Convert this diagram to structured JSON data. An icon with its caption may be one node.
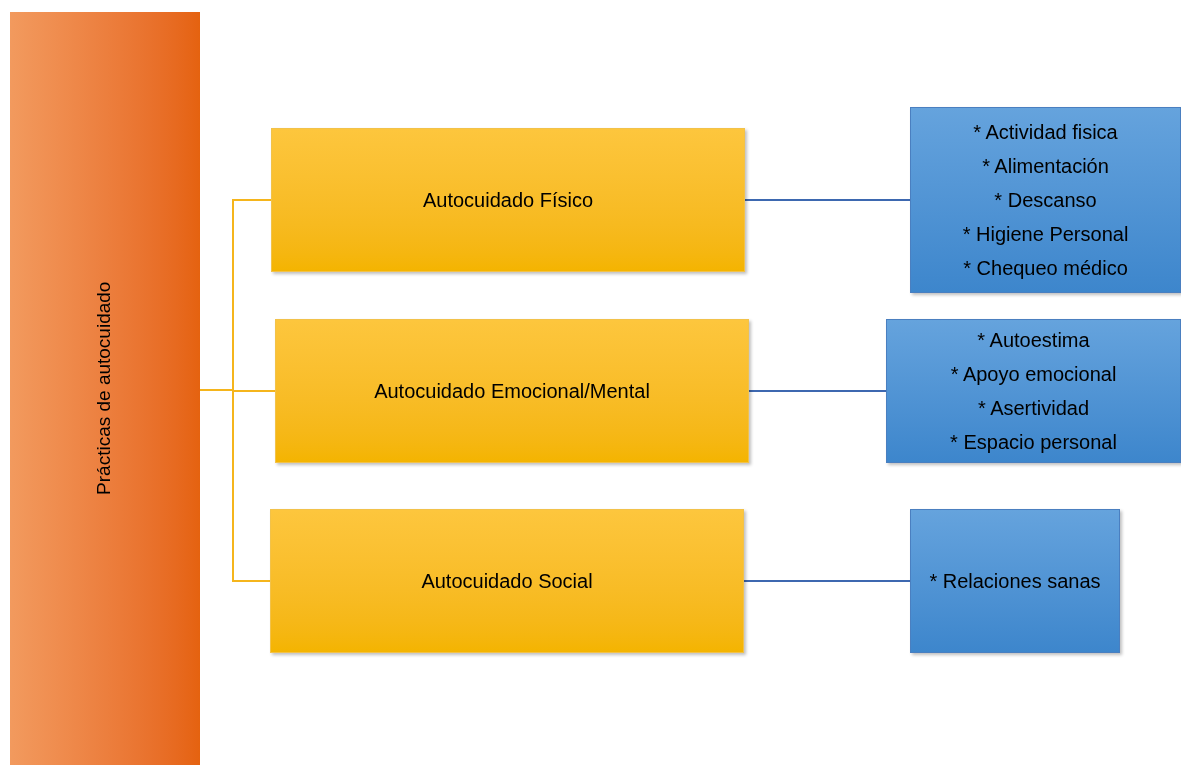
{
  "diagram": {
    "nodes": [
      {
        "text": [
          "Prácticas de autocuidado"
        ]
      },
      {
        "text": [
          "Autocuidado Físico"
        ]
      },
      {
        "text": [
          "Autocuidado Emocional/Mental"
        ]
      },
      {
        "text": [
          "Autocuidado Social"
        ]
      },
      {
        "text": [
          "* Actividad fisica",
          "* Alimentación",
          "* Descanso",
          "* Higiene Personal",
          "* Chequeo médico"
        ]
      },
      {
        "text": [
          "* Autoestima",
          "* Apoyo emocional",
          "* Asertividad",
          "* Espacio personal"
        ]
      },
      {
        "text": [
          "* Relaciones sanas"
        ]
      }
    ],
    "edges": [
      {
        "from": 0,
        "to": 1,
        "arrow": "none",
        "color": "#f5b51c"
      },
      {
        "from": 0,
        "to": 2,
        "arrow": "none",
        "color": "#f5b51c"
      },
      {
        "from": 0,
        "to": 3,
        "arrow": "none",
        "color": "#f5b51c"
      },
      {
        "from": 1,
        "to": 4,
        "arrow": "none",
        "color": "#3d68b0"
      },
      {
        "from": 2,
        "to": 5,
        "arrow": "none",
        "color": "#3d68b0"
      },
      {
        "from": 3,
        "to": 6,
        "arrow": "none",
        "color": "#3d68b0"
      }
    ]
  }
}
